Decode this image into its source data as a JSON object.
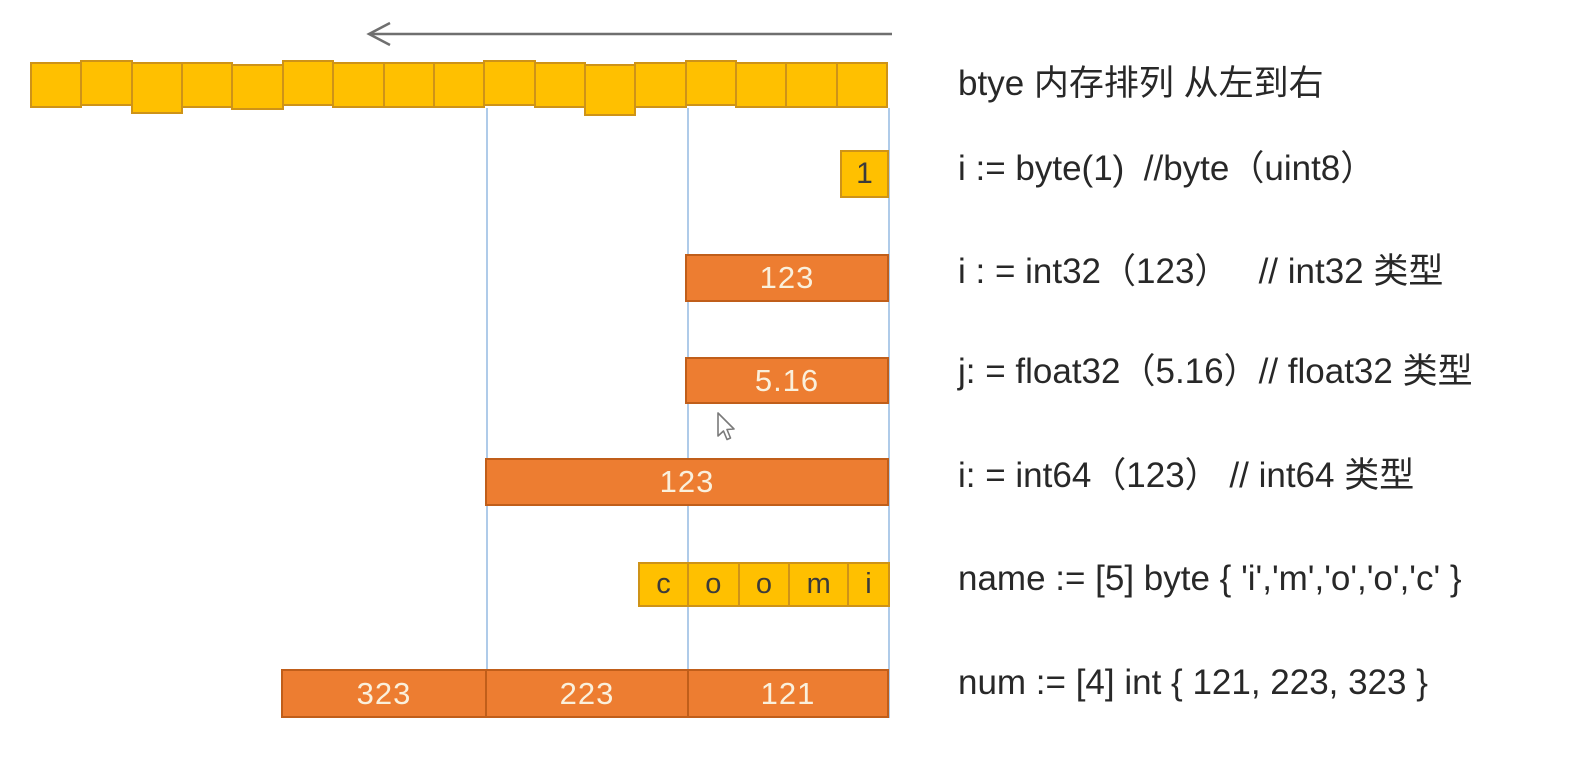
{
  "slide_title": "btye 内存排列 从左到右",
  "colors": {
    "background": "#FFFFFF",
    "cell_yellow": "#FFC000",
    "cell_yellow_border": "#CE9318",
    "bar_orange": "#ED7D31",
    "bar_orange_border": "#C05E1A",
    "bar_text": "#FAF0DC",
    "cell_text": "#3B3B3B",
    "note_text": "#282828",
    "guide_line_blue": "#AFCBE9",
    "arrow_gray": "#6F6F6F"
  },
  "arrow": {
    "direction": "left"
  },
  "memory": {
    "byte_row": {
      "cell_count": 17
    },
    "byte_value": {
      "value": "1"
    },
    "int32": {
      "value": "123"
    },
    "float32": {
      "value": "5.16"
    },
    "int64": {
      "value": "123"
    },
    "name": {
      "letters": [
        "c",
        "o",
        "o",
        "m",
        "i"
      ]
    },
    "num": {
      "values": [
        "323",
        "223",
        "121"
      ]
    }
  },
  "annotations": [
    "btye 内存排列 从左到右",
    "i := byte(1)  //byte（uint8）",
    "i : = int32（123）   // int32 类型",
    "j: = float32（5.16）// float32 类型",
    "i: = int64（123） // int64 类型",
    "name := [5] byte { 'i','m','o','o','c' }",
    "num := [4] int { 121, 223, 323 }"
  ]
}
